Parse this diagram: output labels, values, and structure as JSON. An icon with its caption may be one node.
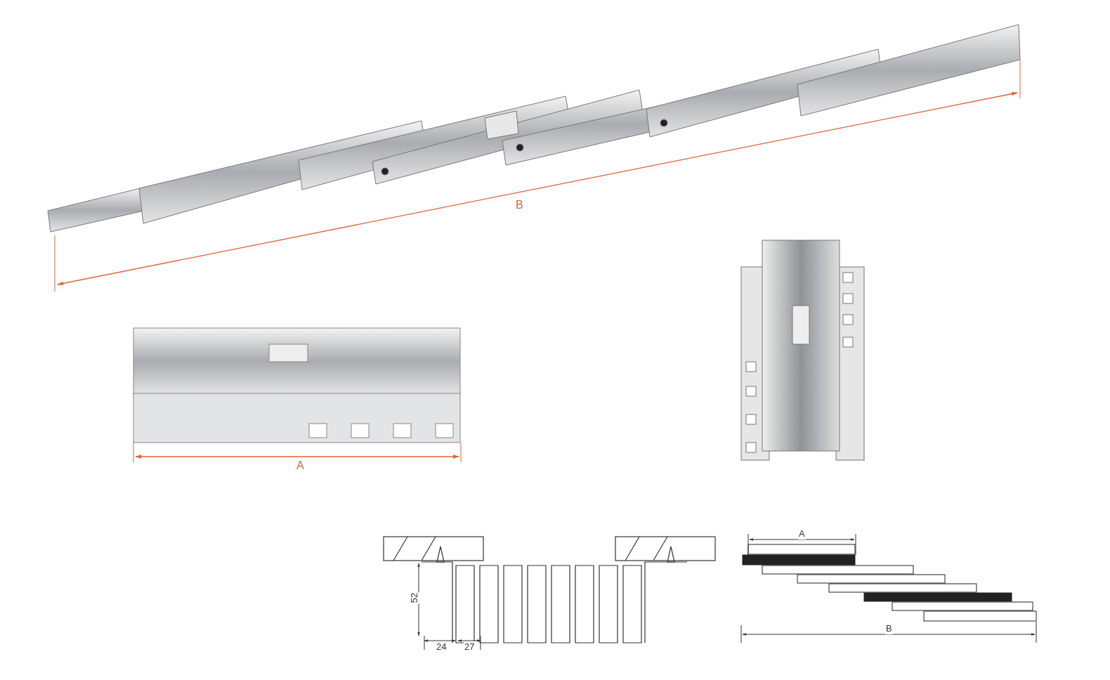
{
  "diagram": {
    "labels": [
      "B",
      "A",
      "52",
      "24",
      "27",
      "A",
      "B"
    ]
  }
}
